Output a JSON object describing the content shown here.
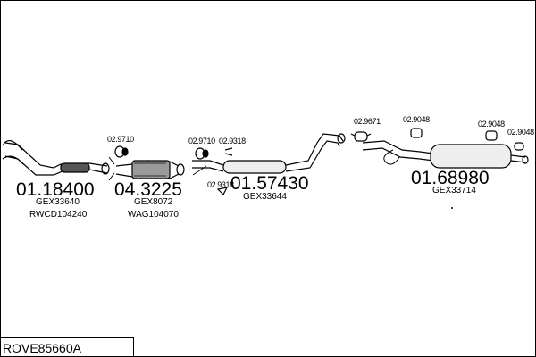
{
  "diagram": {
    "reference": "ROVE85660A",
    "sections": [
      {
        "number": "01.18400",
        "codes": [
          "GEX33640",
          "RWCD104240"
        ]
      },
      {
        "number": "04.3225",
        "codes": [
          "GEX8072",
          "WAG104070"
        ]
      },
      {
        "number": "01.57430",
        "codes": [
          "GEX33644"
        ]
      },
      {
        "number": "01.68980",
        "codes": [
          "GEX33714"
        ]
      }
    ],
    "fittings": [
      "02.9710",
      "02.9710",
      "02.9318",
      "02.9318",
      "02.9671",
      "02.9048",
      "02.9048",
      "02.9048"
    ]
  }
}
